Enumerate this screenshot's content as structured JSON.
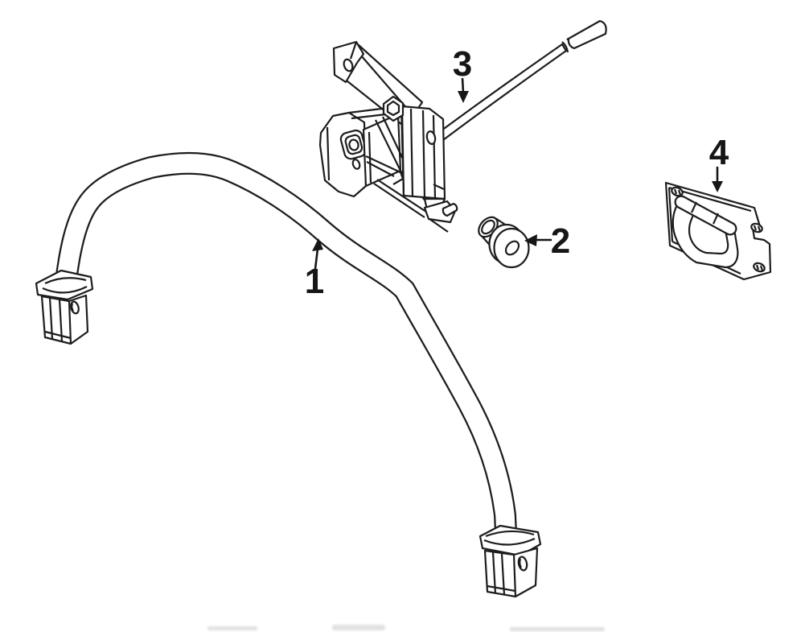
{
  "diagram": {
    "type": "exploded-parts-line-drawing",
    "background_color": "#ffffff",
    "line_color": "#1d1d1d",
    "callouts": [
      {
        "label": "1"
      },
      {
        "label": "2"
      },
      {
        "label": "3"
      },
      {
        "label": "4"
      }
    ]
  }
}
